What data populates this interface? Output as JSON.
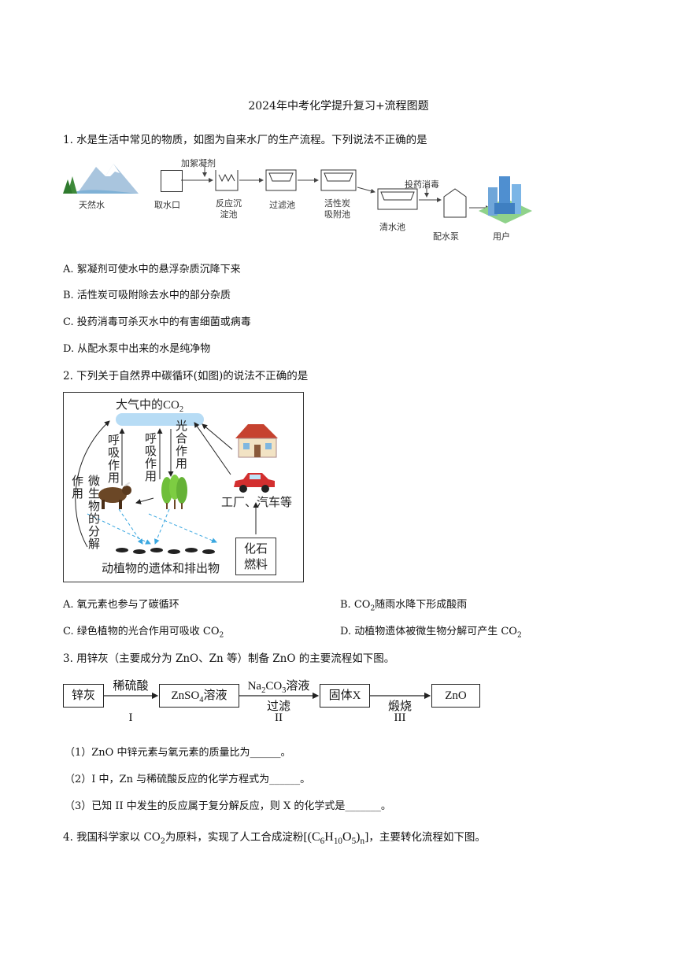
{
  "title": "2024年中考化学提升复习+流程图题",
  "q1": {
    "stem": "1.  水是生活中常见的物质，如图为自来水厂的生产流程。下列说法不正确的是",
    "labels": {
      "natural": "天然水",
      "intake": "取水口",
      "coagulant": "加絮凝剂",
      "settle1": "反应沉",
      "settle2": "淀池",
      "filter": "过滤池",
      "carbon1": "活性炭",
      "carbon2": "吸附池",
      "clear": "清水池",
      "disinfect": "投药消毒",
      "pump": "配水泵",
      "user": "用户"
    },
    "options": [
      "A. 絮凝剂可使水中的悬浮杂质沉降下来",
      "B. 活性炭可吸附除去水中的部分杂质",
      "C. 投药消毒可杀灭水中的有害细菌或病毒",
      "D. 从配水泵中出来的水是纯净物"
    ]
  },
  "q2": {
    "stem": "2. 下列关于自然界中碳循环(如图)的说法不正确的是",
    "diagram": {
      "atmosphere": "大气中的CO",
      "atmosphere_sub": "2",
      "resp1": "呼吸作用",
      "resp2": "呼吸作用",
      "photo": "光合作用",
      "microbe_a": "微生物的分",
      "microbe_b": "解作用",
      "factory": "工厂、汽车等",
      "remains": "动植物的遗体和排出物",
      "fossil1": "化石",
      "fossil2": "燃料"
    },
    "options": {
      "A": "A.  氧元素也参与了碳循环",
      "B_pre": "B.  CO",
      "B_sub": "2",
      "B_post": "随雨水降下形成酸雨",
      "C_pre": "C.  绿色植物的光合作用可吸收 CO",
      "C_sub": "2",
      "D_pre": "D.  动植物遗体被微生物分解可产生 CO",
      "D_sub": "2"
    }
  },
  "q3": {
    "stem": "3. 用锌灰（主要成分为 ZnO、Zn 等）制备 ZnO 的主要流程如下图。",
    "flow": {
      "box1": "锌灰",
      "box2_pre": "ZnSO",
      "box2_sub": "4",
      "box2_post": "溶液",
      "box3": "固体X",
      "box4": "ZnO",
      "a1_top": "稀硫酸",
      "a1_bot": "I",
      "a2_top_pre": "Na",
      "a2_top_sub1": "2",
      "a2_top_mid": "CO",
      "a2_top_sub2": "3",
      "a2_top_post": "溶液",
      "a2_mid": "过滤",
      "a2_bot": "II",
      "a3_top": "煅烧",
      "a3_bot": "III"
    },
    "subs": [
      "（1）ZnO 中锌元素与氧元素的质量比为______。",
      "（2）I 中，Zn 与稀硫酸反应的化学方程式为______。",
      "（3）已知 II 中发生的反应属于复分解反应，则 X 的化学式是_______。"
    ]
  },
  "q4": {
    "stem_pre": "4. 我国科学家以 CO",
    "stem_sub": "2",
    "stem_mid": "为原料，实现了人工合成淀粉[",
    "formula_c": "C",
    "formula_c_sub": "6",
    "formula_h": "H",
    "formula_h_sub": "10",
    "formula_o": "O",
    "formula_o_sub": "5",
    "formula_n": "n",
    "stem_post": "]，主要转化流程如下图。"
  }
}
